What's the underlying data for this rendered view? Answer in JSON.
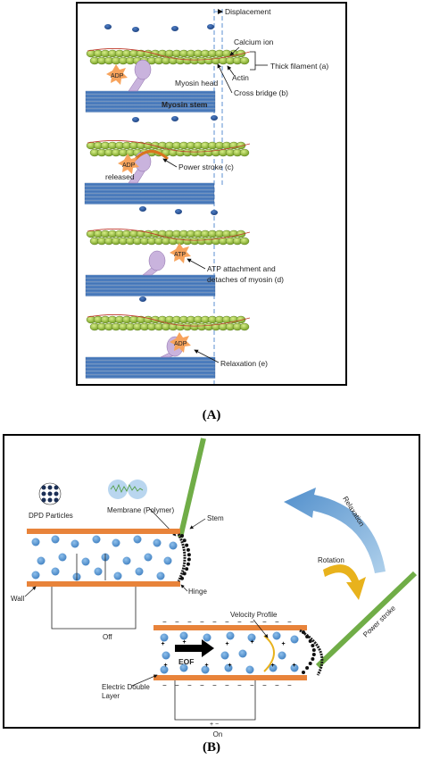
{
  "panel_a": {
    "caption": "(A)",
    "labels": {
      "displacement": "Displacement",
      "calcium_ion": "Calcium ion",
      "thick_filament": "Thick filament (a)",
      "actin": "Actin",
      "adp1": "ADP",
      "myosin_head": "Myosin head",
      "cross_bridge": "Cross bridge (b)",
      "myosin_stem": "Myosin stem",
      "power_stroke": "Power stroke (c)",
      "adp2": "ADP",
      "released": "released",
      "atp": "ATP",
      "atp_attach_1": "ATP attachment and",
      "atp_attach_2": "detaches of myosin (d)",
      "adp3": "ADP",
      "relaxation": "Relaxation (e)"
    }
  },
  "panel_b": {
    "caption": "(B)",
    "labels": {
      "dpd_particles": "DPD Particles",
      "membrane": "Membrane (Polymer)",
      "stem": "Stem",
      "relaxation": "Relaxation",
      "rotation": "Rotation",
      "wall": "Wall",
      "hinge": "Hinge",
      "velocity_profile": "Velocity Profile",
      "eof": "EOF",
      "off": "Off",
      "edl_1": "Electric Double",
      "edl_2": "Layer",
      "power_stroke": "Power stroke",
      "on": "On",
      "plus": "+",
      "minus": "−"
    }
  },
  "colors": {
    "actin_bead": "#9bc53d",
    "myosin": "#c9b3dd",
    "adp_star": "#f7a35c",
    "filament": "#4f81bd",
    "ion": "#2e5fa3",
    "wall": "#e8833a",
    "stem": "#70ad47",
    "particle": "#5b9bd5"
  }
}
